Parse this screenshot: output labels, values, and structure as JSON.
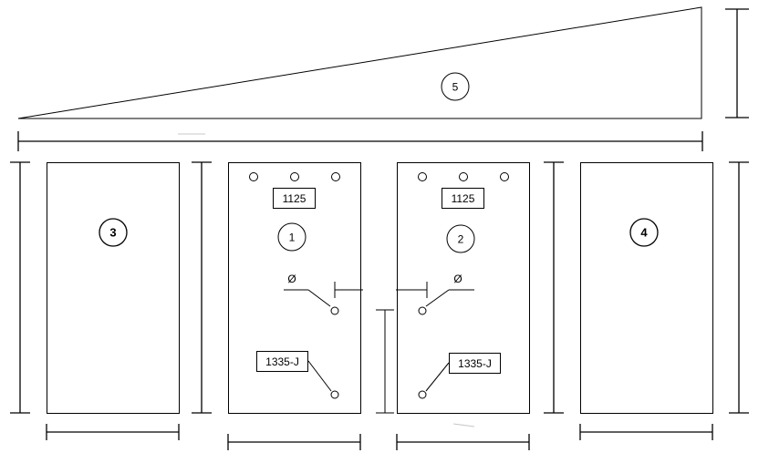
{
  "panels": {
    "p3": {
      "number": "3"
    },
    "p1": {
      "number": "1",
      "code": "1125",
      "symbol": "Ø",
      "tag": "1335-J"
    },
    "p2": {
      "number": "2",
      "code": "1125",
      "symbol": "Ø",
      "tag": "1335-J"
    },
    "p4": {
      "number": "4"
    },
    "p5": {
      "number": "5"
    }
  }
}
